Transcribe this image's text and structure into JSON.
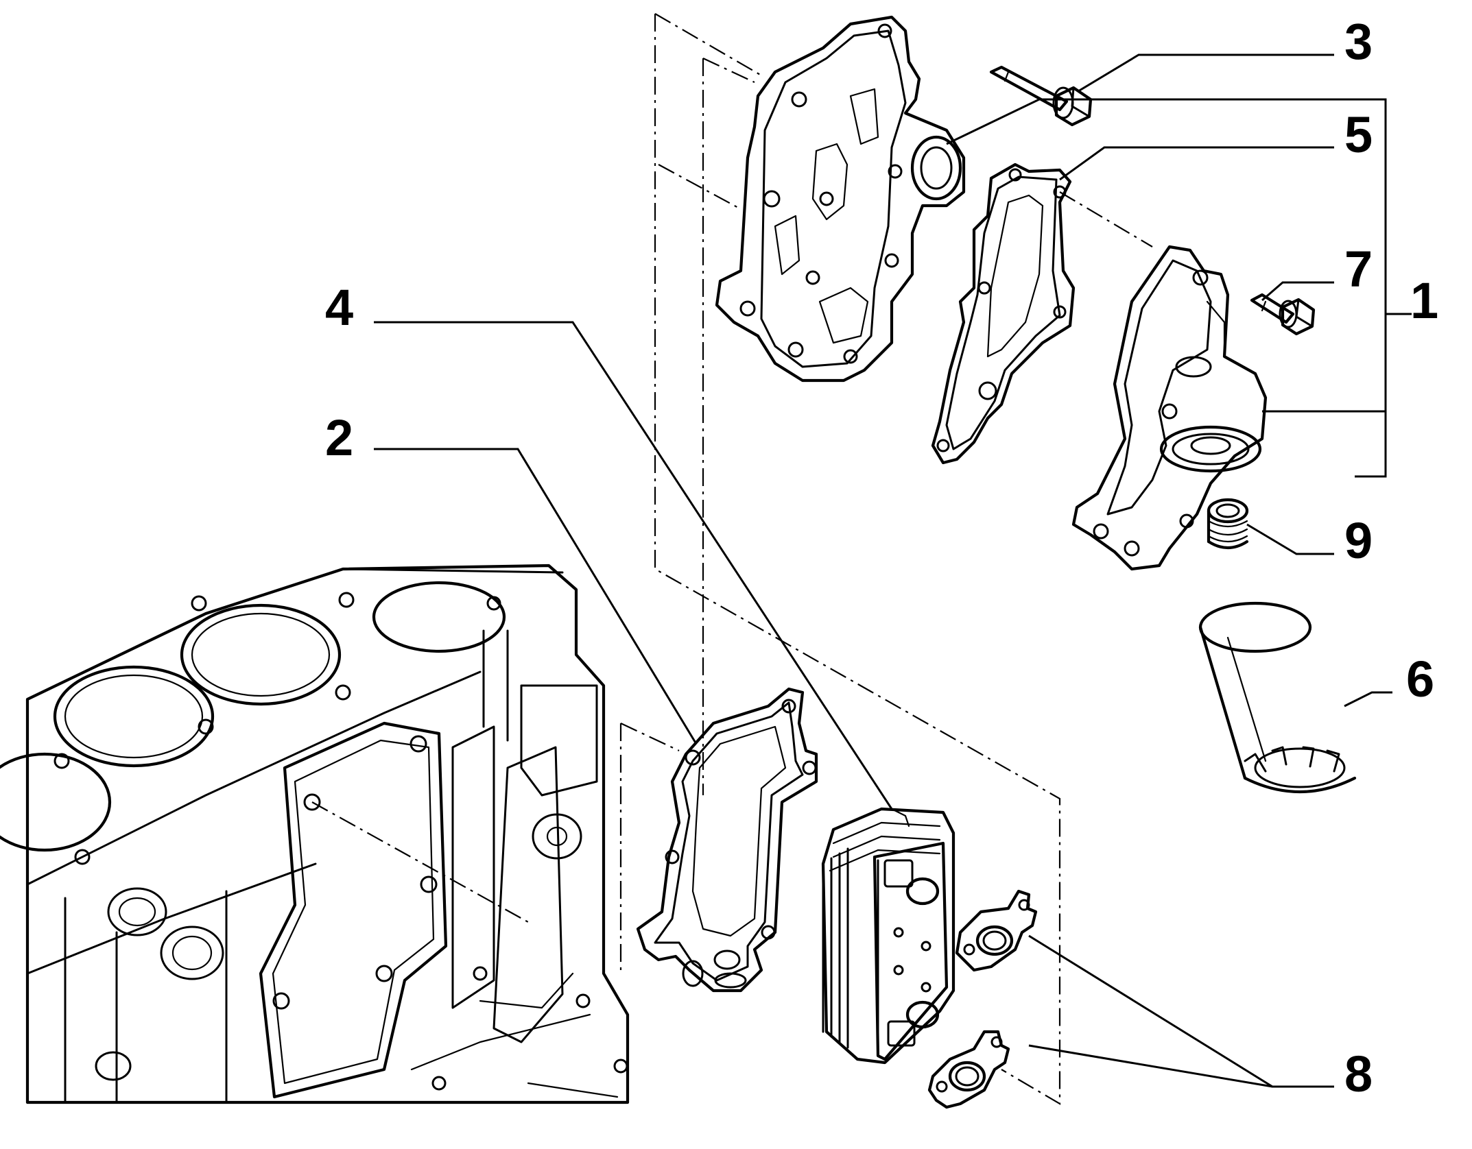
{
  "callouts": [
    {
      "id": "1",
      "label": "1"
    },
    {
      "id": "2",
      "label": "2"
    },
    {
      "id": "3",
      "label": "3"
    },
    {
      "id": "4",
      "label": "4"
    },
    {
      "id": "5",
      "label": "5"
    },
    {
      "id": "6",
      "label": "6"
    },
    {
      "id": "7",
      "label": "7"
    },
    {
      "id": "8",
      "label": "8"
    },
    {
      "id": "9",
      "label": "9"
    }
  ],
  "colors": {
    "ink": "#000000",
    "background": "#ffffff"
  }
}
